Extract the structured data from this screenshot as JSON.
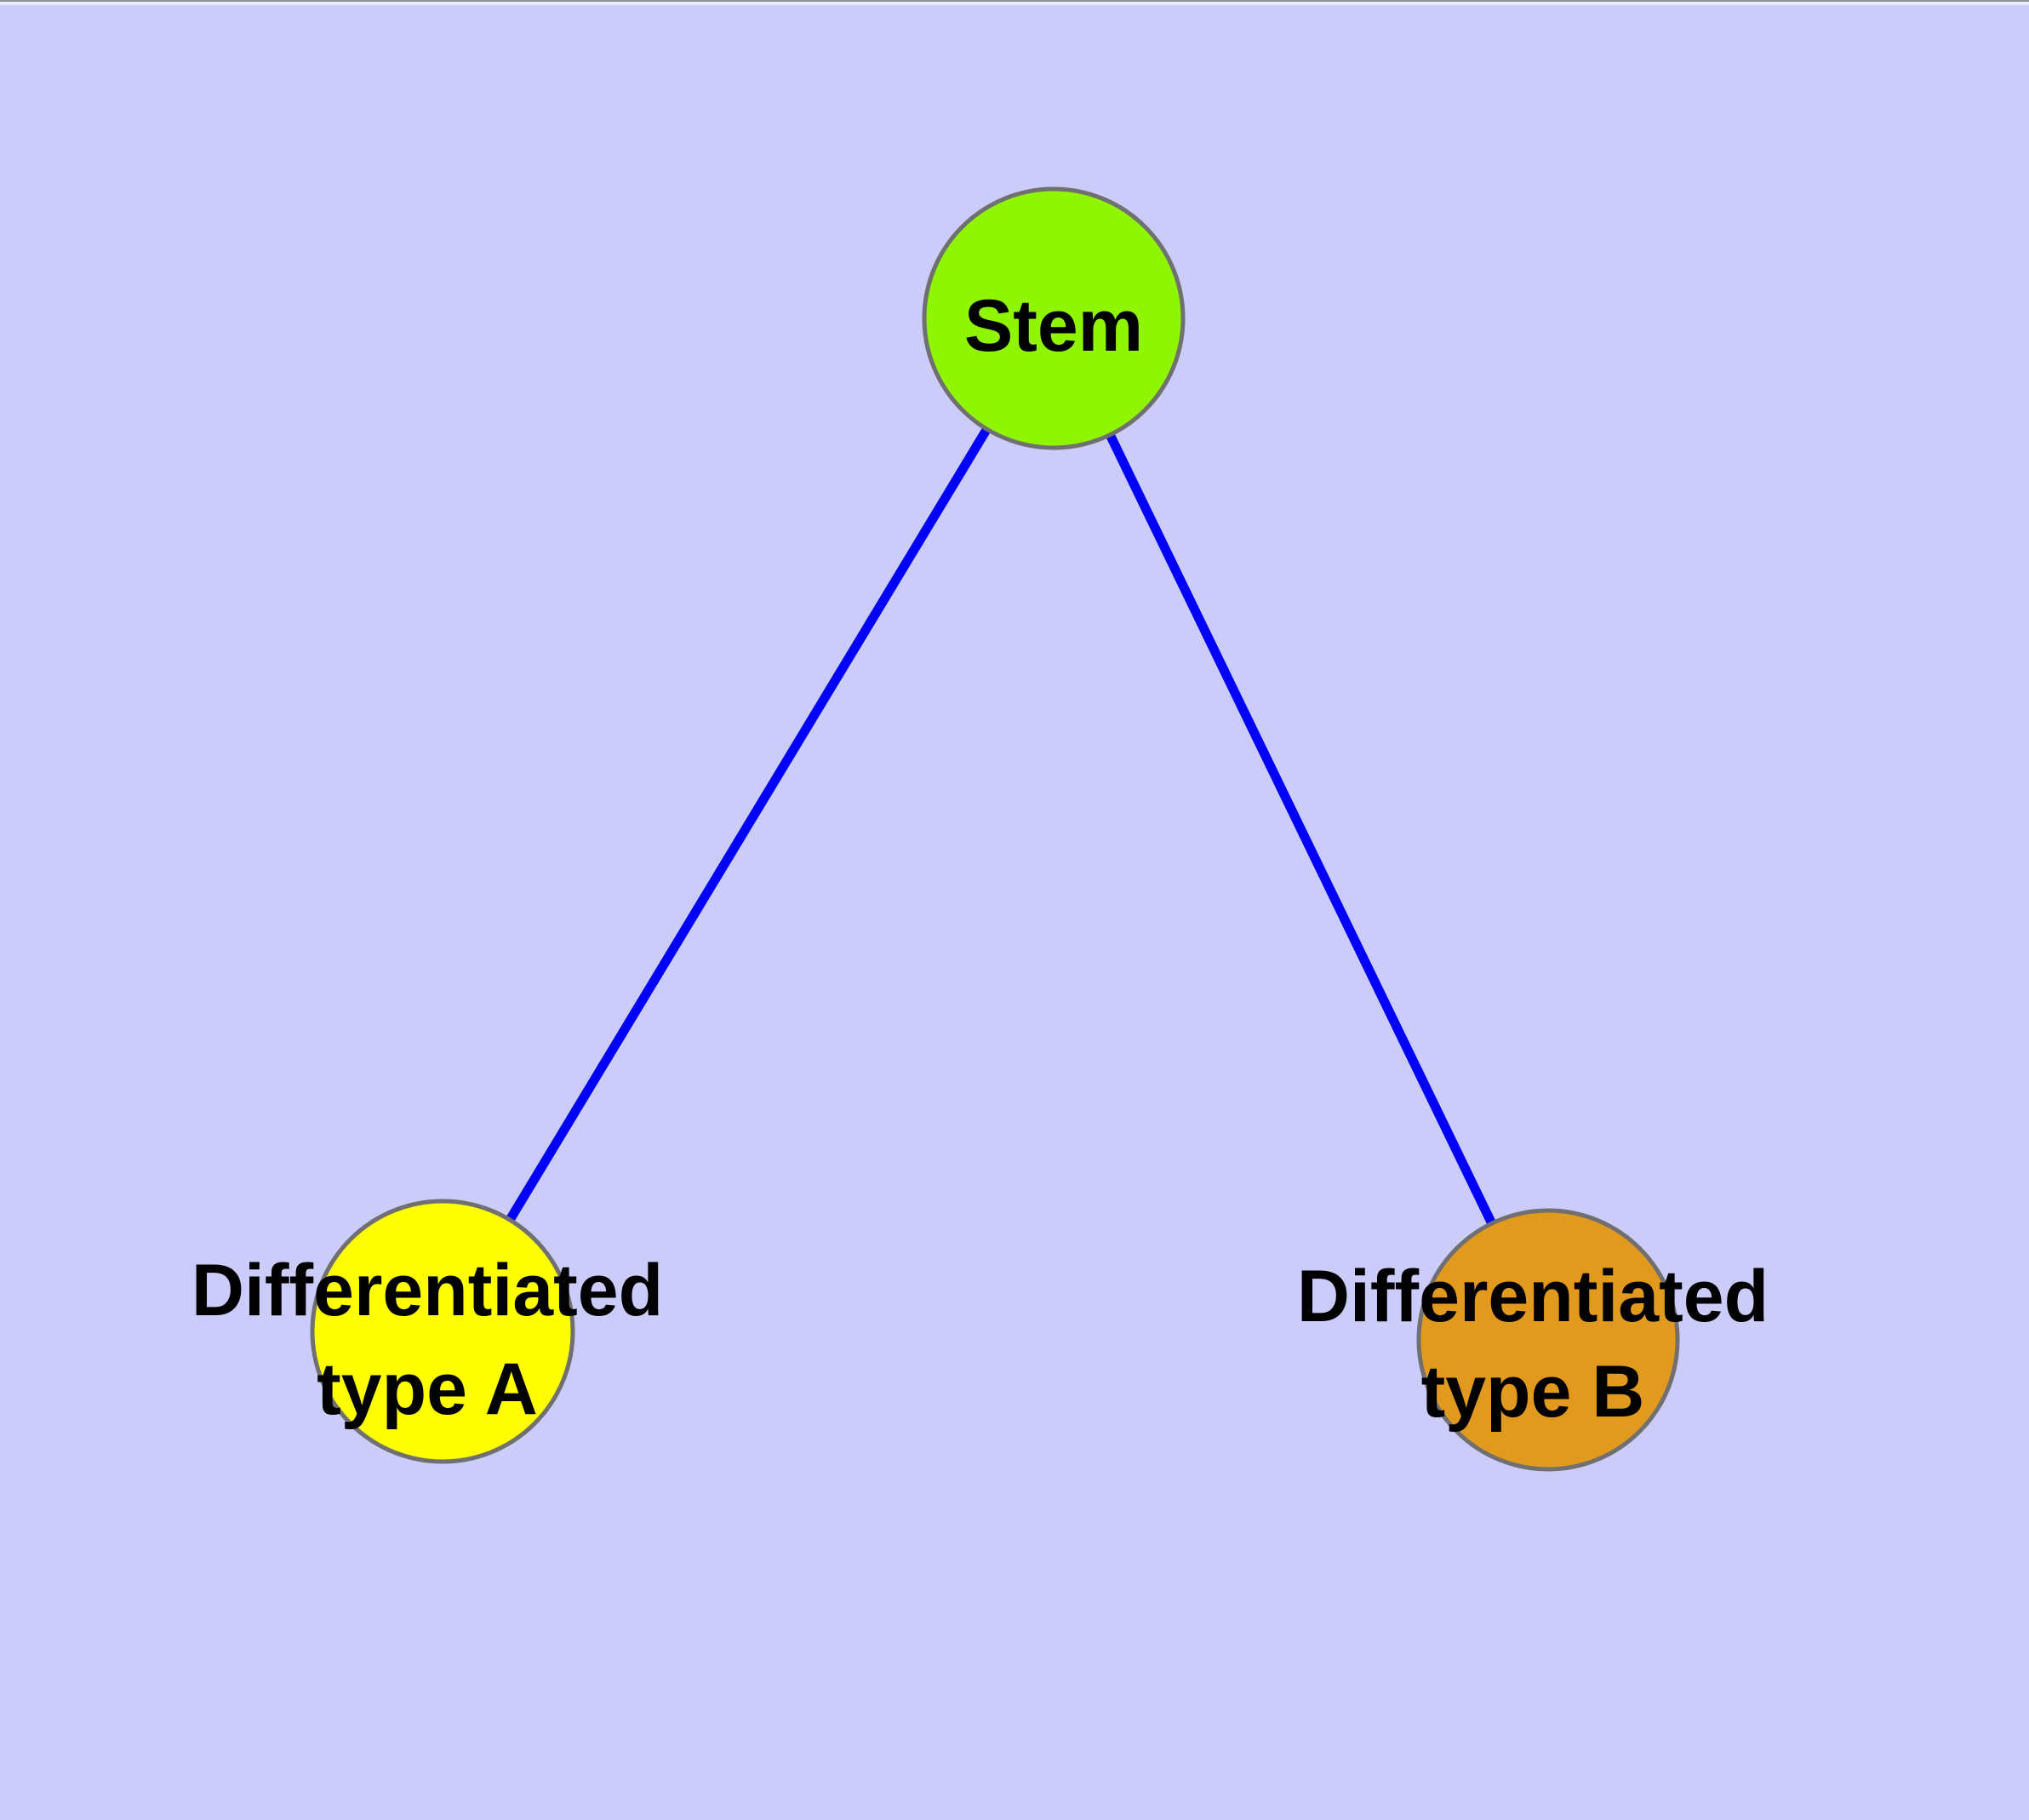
{
  "figure": {
    "type": "graph-diagram",
    "background": "#CCCCFA",
    "top_edge_line_color": "#8E8E96",
    "top_edge_band_color": "#ECECF8",
    "node_border_color": "#707070",
    "label_color": "#000000",
    "edge_color": "#0000FA",
    "nodes": {
      "stem": {
        "label": "Stem",
        "fill": "#8FF500"
      },
      "type_a": {
        "line1": "Differentiated",
        "line2": "type A",
        "full_label": "Differentiated type A",
        "fill": "#FFFF00"
      },
      "type_b": {
        "line1": "Differentiated",
        "line2": "type B",
        "full_label": "Differentiated type B",
        "fill": "#E29A1E"
      }
    },
    "edges": [
      {
        "from": "Stem",
        "to": "Differentiated type A"
      },
      {
        "from": "Stem",
        "to": "Differentiated type B"
      }
    ]
  }
}
